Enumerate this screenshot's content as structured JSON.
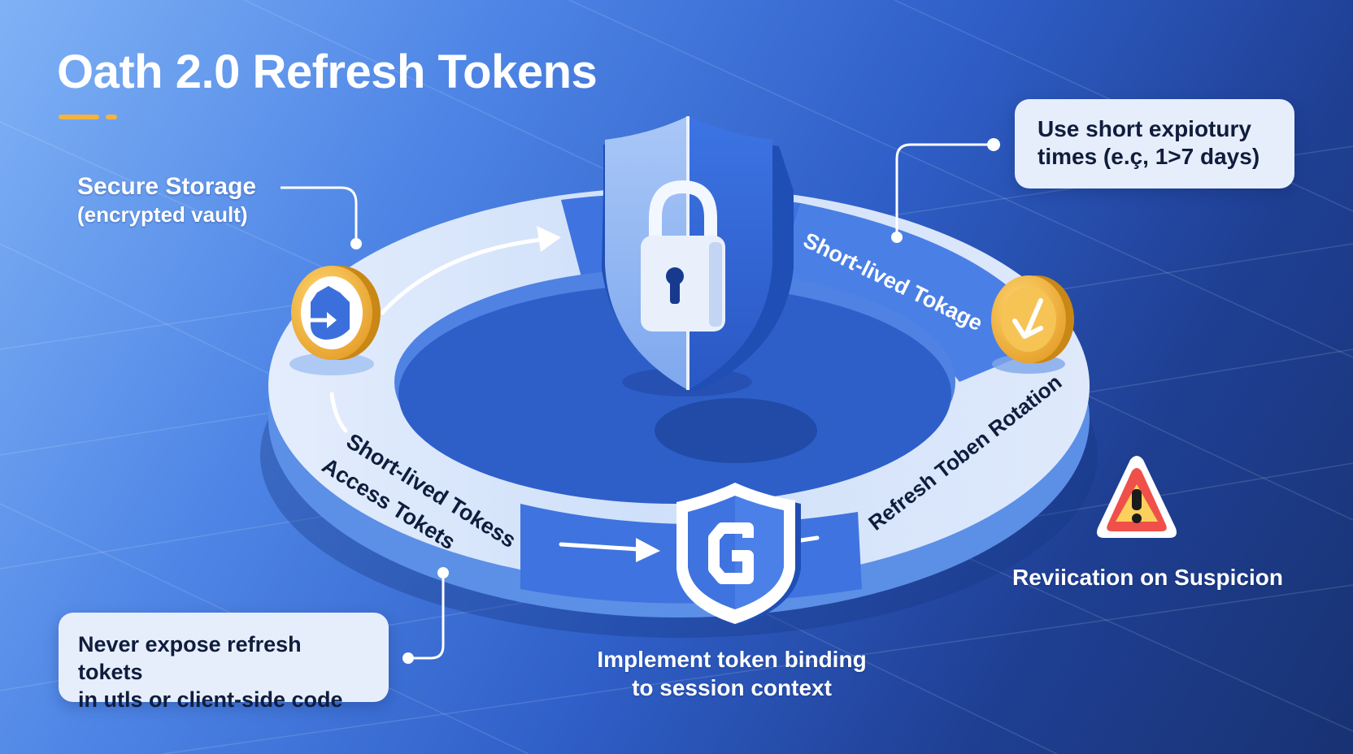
{
  "title": "Oath 2.0 Refresh Tokens",
  "storage": {
    "line1": "Secure Storage",
    "line2": "(encrypted vault)"
  },
  "expiry_box": {
    "line1": "Use short expiotury",
    "line2": "times (e.ç, 1>7 days)"
  },
  "ring_labels": {
    "top_right": "Short-lived Tokage",
    "left_line1": "Short-lived Tokess",
    "left_line2": "Access Tokets",
    "right": "Refresh Toben Rotation"
  },
  "expose_box": {
    "line1": "Never expose refresh tokets",
    "line2": "in utls or client-side code"
  },
  "binding": {
    "line1": "Implement token binding",
    "line2": "to session context"
  },
  "revocation": "Reviication on Suspicion",
  "colors": {
    "accent_gold": "#f3b43f",
    "ring_light": "#dce8fb",
    "ring_blue": "#3f73e0",
    "warning_red": "#f0504a"
  },
  "icons": {
    "main": "shield-lock-icon",
    "coin_left": "storage-coin-icon",
    "coin_right": "refresh-coin-icon",
    "bottom": "binding-shield-icon",
    "warning": "warning-icon"
  }
}
